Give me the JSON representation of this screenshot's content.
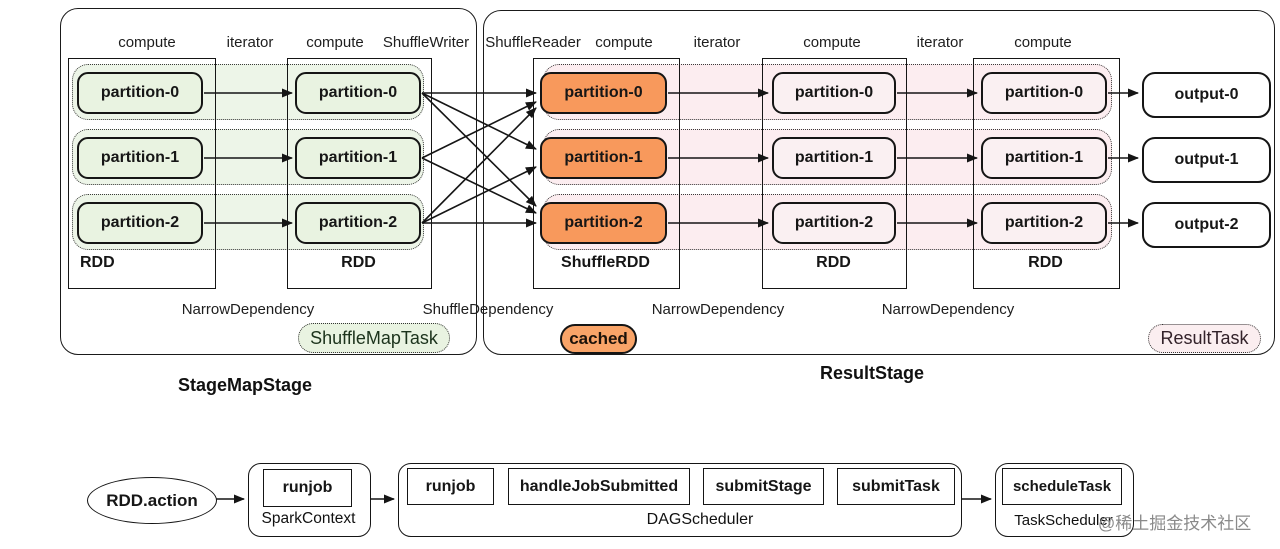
{
  "map_stage": {
    "title": "StageMapStage",
    "headers": [
      "compute",
      "iterator",
      "compute",
      "ShuffleWriter"
    ],
    "rdd1": {
      "label": "RDD",
      "partitions": [
        "partition-0",
        "partition-1",
        "partition-2"
      ]
    },
    "rdd2": {
      "label": "RDD",
      "partitions": [
        "partition-0",
        "partition-1",
        "partition-2"
      ]
    },
    "dependency": "NarrowDependency",
    "task_badge": "ShuffleMapTask"
  },
  "shuffle_dependency": "ShuffleDependency",
  "result_stage": {
    "title": "ResultStage",
    "headers": [
      "ShuffleReader",
      "compute",
      "iterator",
      "compute",
      "iterator",
      "compute"
    ],
    "shuffle_rdd": {
      "label": "ShuffleRDD",
      "partitions": [
        "partition-0",
        "partition-1",
        "partition-2"
      ]
    },
    "rdd2": {
      "label": "RDD",
      "partitions": [
        "partition-0",
        "partition-1",
        "partition-2"
      ]
    },
    "rdd3": {
      "label": "RDD",
      "partitions": [
        "partition-0",
        "partition-1",
        "partition-2"
      ]
    },
    "outputs": [
      "output-0",
      "output-1",
      "output-2"
    ],
    "dependencies": [
      "NarrowDependency",
      "NarrowDependency"
    ],
    "cached_badge": "cached",
    "task_badge": "ResultTask"
  },
  "flow": {
    "action": "RDD.action",
    "spark_context": {
      "label": "SparkContext",
      "method": "runjob"
    },
    "dag_scheduler": {
      "label": "DAGScheduler",
      "methods": [
        "runjob",
        "handleJobSubmitted",
        "submitStage",
        "submitTask"
      ]
    },
    "task_scheduler": {
      "label": "TaskScheduler",
      "method": "scheduleTask"
    }
  },
  "watermark": "@稀土掘金技术社区",
  "colors": {
    "green_partition": "#e9f3e1",
    "green_band": "#edf5e8",
    "orange_partition": "#f8995c",
    "orange_badge": "#f9a468",
    "pink_partition": "#faf0f2",
    "pink_band": "#fcedf0",
    "line": "#151515"
  }
}
